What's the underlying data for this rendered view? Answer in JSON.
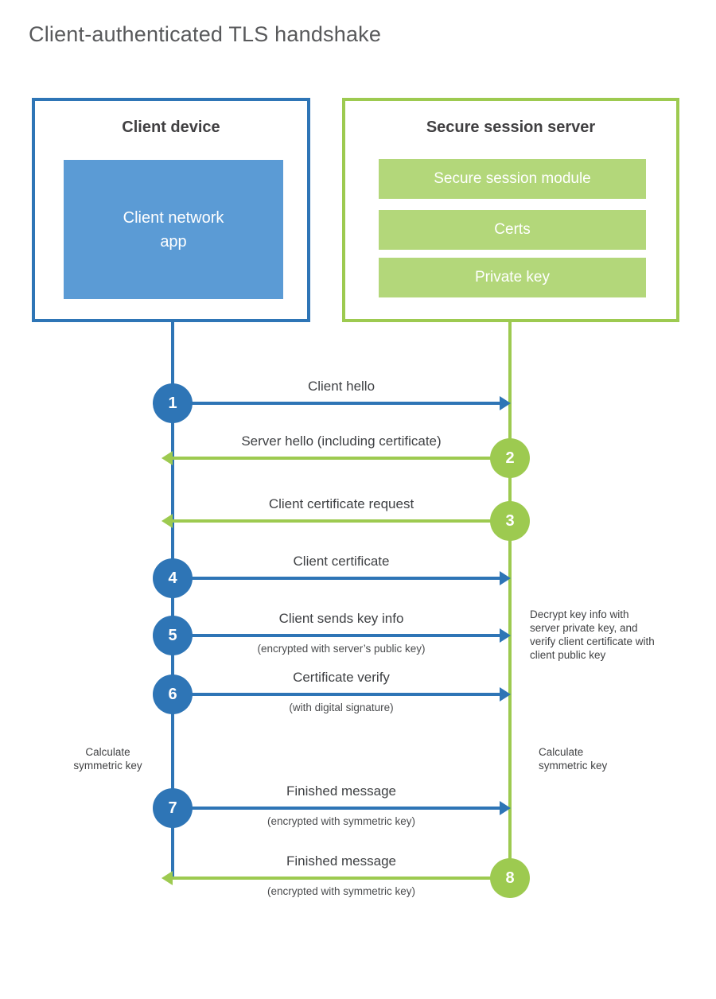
{
  "title": "Client-authenticated TLS handshake",
  "client": {
    "title": "Client device",
    "app_label": "Client network app"
  },
  "server": {
    "title": "Secure session server",
    "modules": [
      "Secure session module",
      "Certs",
      "Private key"
    ]
  },
  "steps": [
    {
      "num": "1",
      "label": "Client hello",
      "sub": "",
      "from": "client",
      "to": "server"
    },
    {
      "num": "2",
      "label": "Server hello (including certificate)",
      "sub": "",
      "from": "server",
      "to": "client"
    },
    {
      "num": "3",
      "label": "Client certificate request",
      "sub": "",
      "from": "server",
      "to": "client"
    },
    {
      "num": "4",
      "label": "Client certificate",
      "sub": "",
      "from": "client",
      "to": "server"
    },
    {
      "num": "5",
      "label": "Client sends key info",
      "sub": "(encrypted with server’s public key)",
      "from": "client",
      "to": "server"
    },
    {
      "num": "6",
      "label": "Certificate verify",
      "sub": "(with digital signature)",
      "from": "client",
      "to": "server"
    },
    {
      "num": "7",
      "label": "Finished message",
      "sub": "(encrypted with symmetric key)",
      "from": "client",
      "to": "server"
    },
    {
      "num": "8",
      "label": "Finished message",
      "sub": "(encrypted with symmetric key)",
      "from": "server",
      "to": "client"
    }
  ],
  "annotations": {
    "decrypt_note": "Decrypt key info with server private key, and verify client certificate with client public key",
    "calculate_left": "Calculate symmetric key",
    "calculate_right": "Calculate symmetric key"
  },
  "colors": {
    "blue": "#2e75b6",
    "blue_fill": "#5b9bd5",
    "green": "#9dca50",
    "green_fill": "#b3d77a"
  }
}
